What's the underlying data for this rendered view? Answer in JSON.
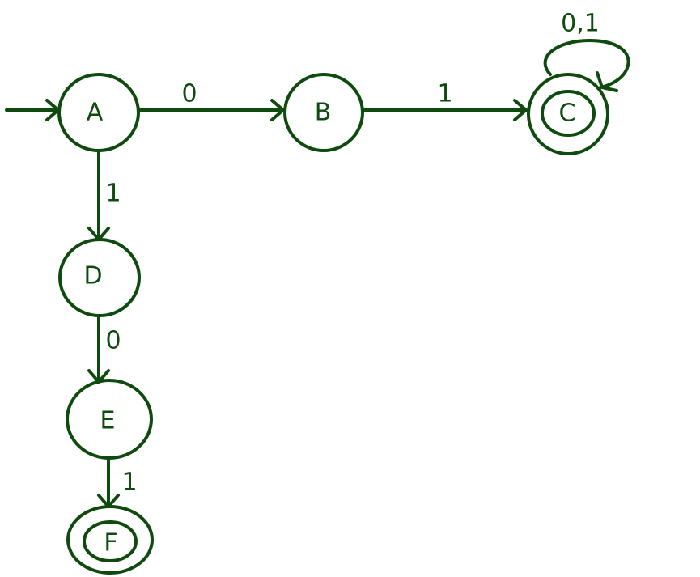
{
  "diagram": {
    "stroke_color": "#0f4a0f",
    "states": [
      {
        "id": "A",
        "label": "A",
        "initial": true,
        "accepting": false
      },
      {
        "id": "B",
        "label": "B",
        "initial": false,
        "accepting": false
      },
      {
        "id": "C",
        "label": "C",
        "initial": false,
        "accepting": true
      },
      {
        "id": "D",
        "label": "D",
        "initial": false,
        "accepting": false
      },
      {
        "id": "E",
        "label": "E",
        "initial": false,
        "accepting": false
      },
      {
        "id": "F",
        "label": "F",
        "initial": false,
        "accepting": true
      }
    ],
    "transitions": [
      {
        "from": "A",
        "to": "B",
        "label": "0"
      },
      {
        "from": "B",
        "to": "C",
        "label": "1"
      },
      {
        "from": "C",
        "to": "C",
        "label": "0,1"
      },
      {
        "from": "A",
        "to": "D",
        "label": "1"
      },
      {
        "from": "D",
        "to": "E",
        "label": "0"
      },
      {
        "from": "E",
        "to": "F",
        "label": "1"
      }
    ]
  }
}
